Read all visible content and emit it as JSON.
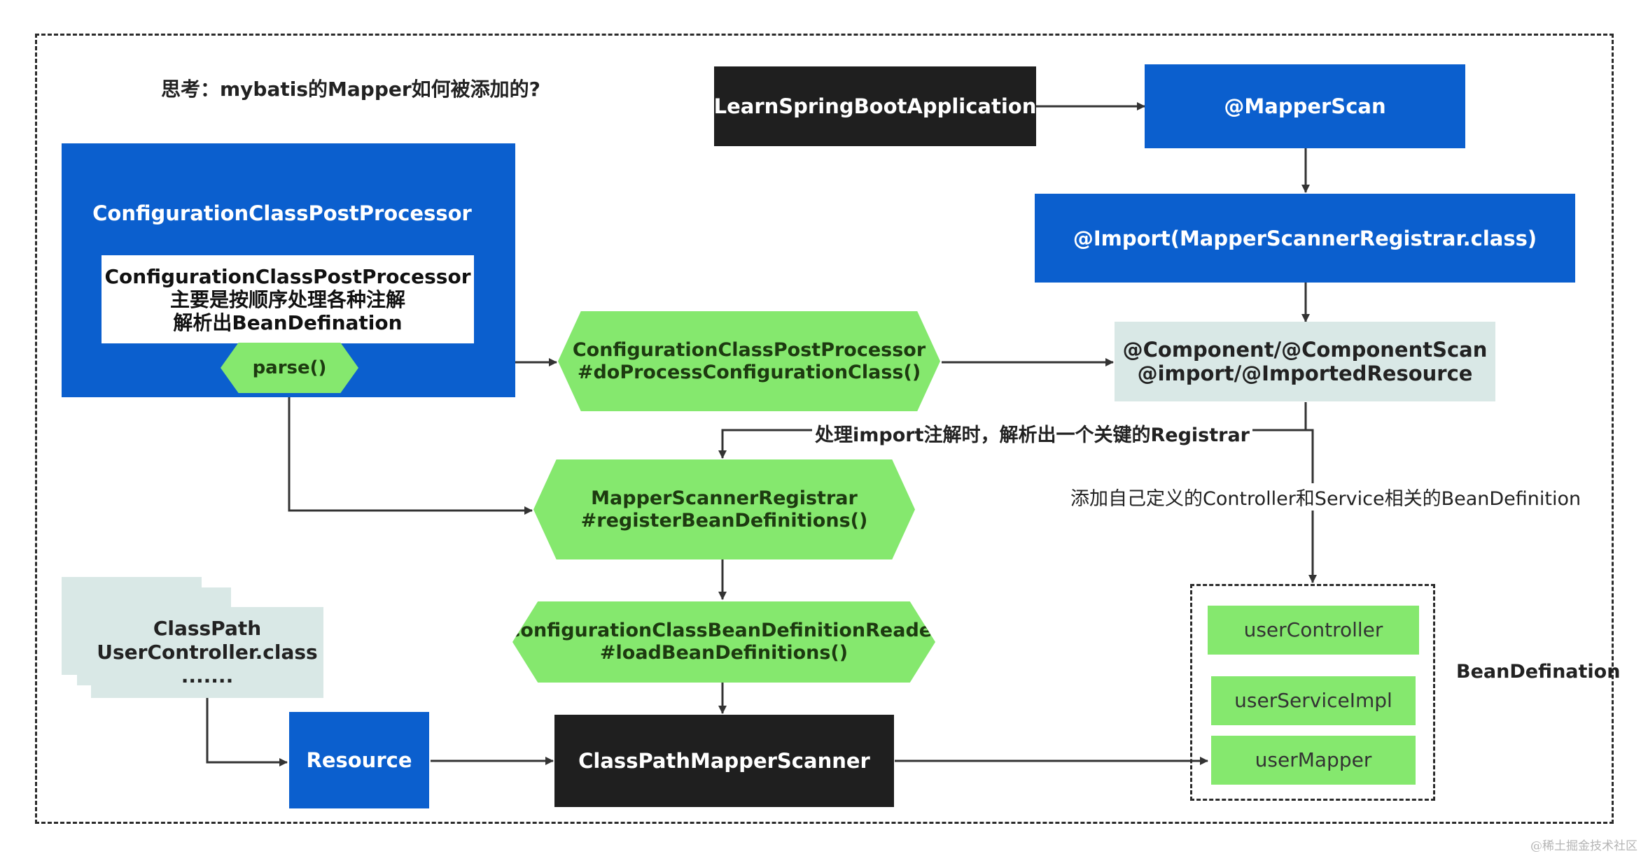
{
  "title": "思考：mybatis的Mapper如何被添加的?",
  "nodes": {
    "learn_app": "LearnSpringBootApplication",
    "mapper_scan": "@MapperScan",
    "import_registrar": "@Import(MapperScannerRegistrar.class)",
    "component_line1": "@Component/@ComponentScan",
    "component_line2": "@import/@ImportedResource",
    "ccpp_title": "ConfigurationClassPostProcessor",
    "ccpp_note_line1": "ConfigurationClassPostProcessor",
    "ccpp_note_line2": "主要是按顺序处理各种注解",
    "ccpp_note_line3": "解析出BeanDefination",
    "parse": "parse()",
    "do_process_line1": "ConfigurationClassPostProcessor",
    "do_process_line2": "#doProcessConfigurationClass()",
    "registrar_line1": "MapperScannerRegistrar",
    "registrar_line2": "#registerBeanDefinitions()",
    "reader_line1": "ConfigurationClassBeanDefinitionReader",
    "reader_line2": "#loadBeanDefinitions()",
    "classpath_line1": "ClassPath",
    "classpath_line2": "UserController.class",
    "classpath_line3": ".......",
    "resource": "Resource",
    "scanner": "ClassPathMapperScanner",
    "bean_user_controller": "userController",
    "bean_user_service": "userServiceImpl",
    "bean_user_mapper": "userMapper",
    "bean_group_label": "BeanDefination"
  },
  "edge_labels": {
    "import_registrar_note": "处理import注解时，解析出一个关键的Registrar",
    "add_definitions_note": "添加自己定义的Controller和Service相关的BeanDefinition"
  },
  "watermark": "@稀土掘金技术社区",
  "colors": {
    "blue": "#0b5fce",
    "black": "#1f1f1f",
    "pale": "#d9e8e6",
    "green": "#85e86e",
    "line": "#333333"
  }
}
